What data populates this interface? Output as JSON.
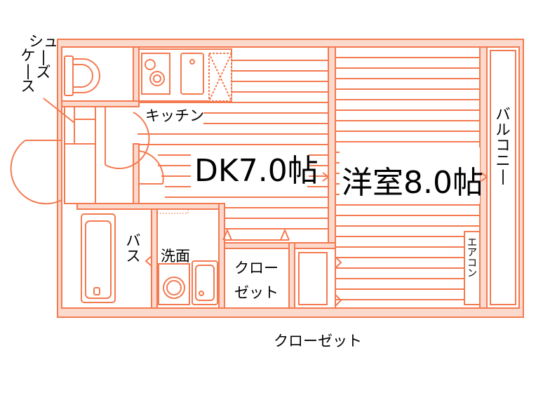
{
  "colors": {
    "line": "#f47a50",
    "fill_pale": "#fbd9cc",
    "background": "#ffffff",
    "text": "#000000"
  },
  "labels": {
    "shoe_case_col1": "シュ|ー|ズ",
    "shoe_case_col2": "ケ|ー|ス",
    "kitchen": "キッチン",
    "dk_room": "DK7.0帖",
    "western_room": "洋室8.0帖",
    "balcony": "バ|ル|コ|ニ|ー",
    "bath": "バ|ス",
    "washroom": "洗面",
    "closet_small_line1": "クロー",
    "closet_small_line2": "ゼット",
    "closet_bottom": "クローゼット",
    "aircon": "エ|ア|コ|ン"
  }
}
